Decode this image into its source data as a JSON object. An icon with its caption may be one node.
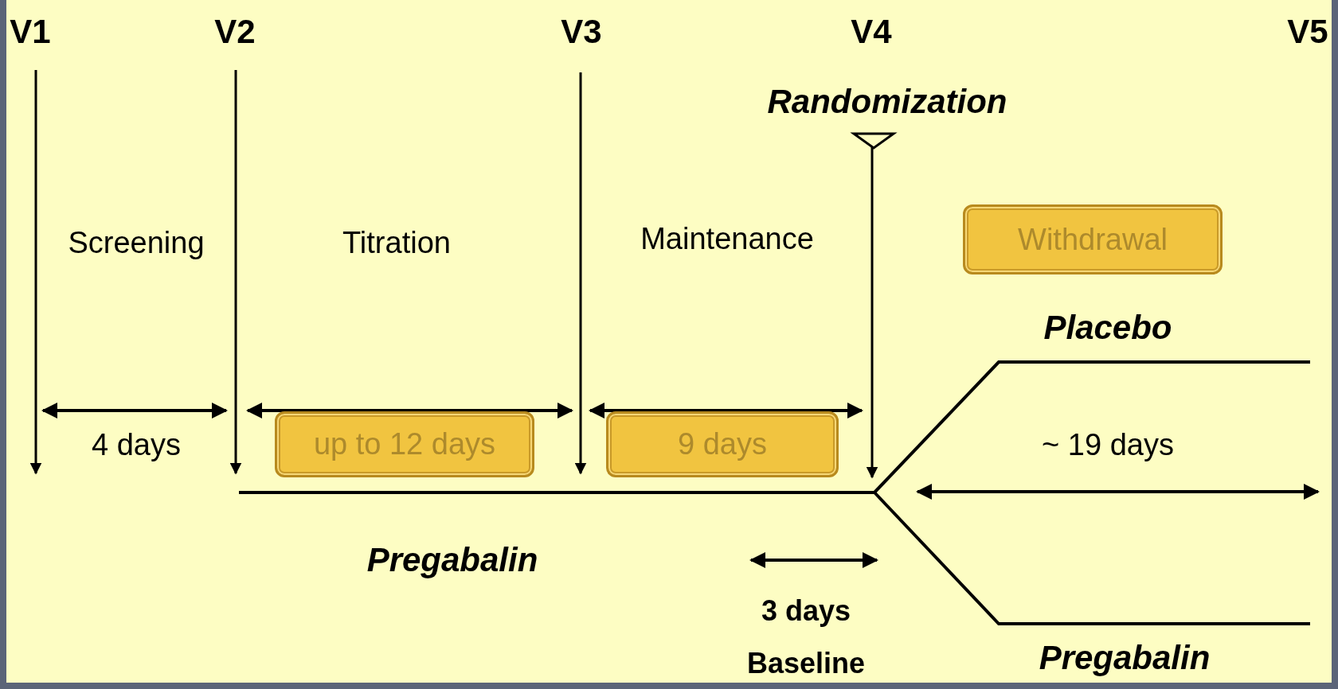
{
  "diagram": {
    "nodes": [
      {
        "text": [
          "up to 12 days"
        ]
      },
      {
        "text": [
          "9 days"
        ]
      },
      {
        "text": [
          "Withdrawal"
        ]
      }
    ],
    "labels": [
      "V1",
      "V2",
      "V3",
      "V4",
      "V5",
      "Randomization",
      "Screening",
      "Titration",
      "Maintenance",
      "Placebo",
      "4 days",
      "~ 19 days",
      "Pregabalin",
      "3 days",
      "Baseline",
      "Pregabalin"
    ]
  }
}
